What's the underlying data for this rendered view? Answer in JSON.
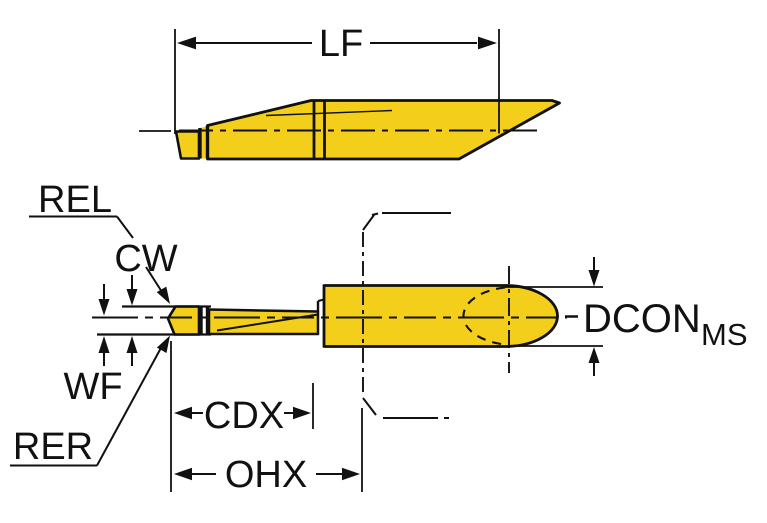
{
  "diagram": {
    "type": "technical-dimension-drawing",
    "labels": {
      "lf": "LF",
      "rel": "REL",
      "cw": "CW",
      "wf": "WF",
      "rer": "RER",
      "cdx": "CDX",
      "ohx": "OHX",
      "dcon": "DCON",
      "dcon_subscript": "MS"
    },
    "colors": {
      "tool_fill": "#F3CE1B",
      "line": "#111111",
      "background": "#FFFFFF"
    }
  }
}
